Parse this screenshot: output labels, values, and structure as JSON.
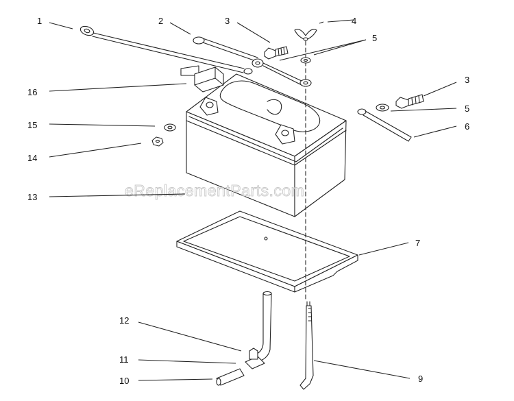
{
  "watermark": "eReplacementParts.com",
  "callouts": [
    {
      "id": "c1",
      "label": "1"
    },
    {
      "id": "c2",
      "label": "2"
    },
    {
      "id": "c3a",
      "label": "3"
    },
    {
      "id": "c4",
      "label": "4"
    },
    {
      "id": "c5a",
      "label": "5"
    },
    {
      "id": "c3b",
      "label": "3"
    },
    {
      "id": "c5b",
      "label": "5"
    },
    {
      "id": "c6",
      "label": "6"
    },
    {
      "id": "c16",
      "label": "16"
    },
    {
      "id": "c15",
      "label": "15"
    },
    {
      "id": "c14",
      "label": "14"
    },
    {
      "id": "c13",
      "label": "13"
    },
    {
      "id": "c7",
      "label": "7"
    },
    {
      "id": "c12",
      "label": "12"
    },
    {
      "id": "c11",
      "label": "11"
    },
    {
      "id": "c10",
      "label": "10"
    },
    {
      "id": "c9",
      "label": "9"
    }
  ]
}
